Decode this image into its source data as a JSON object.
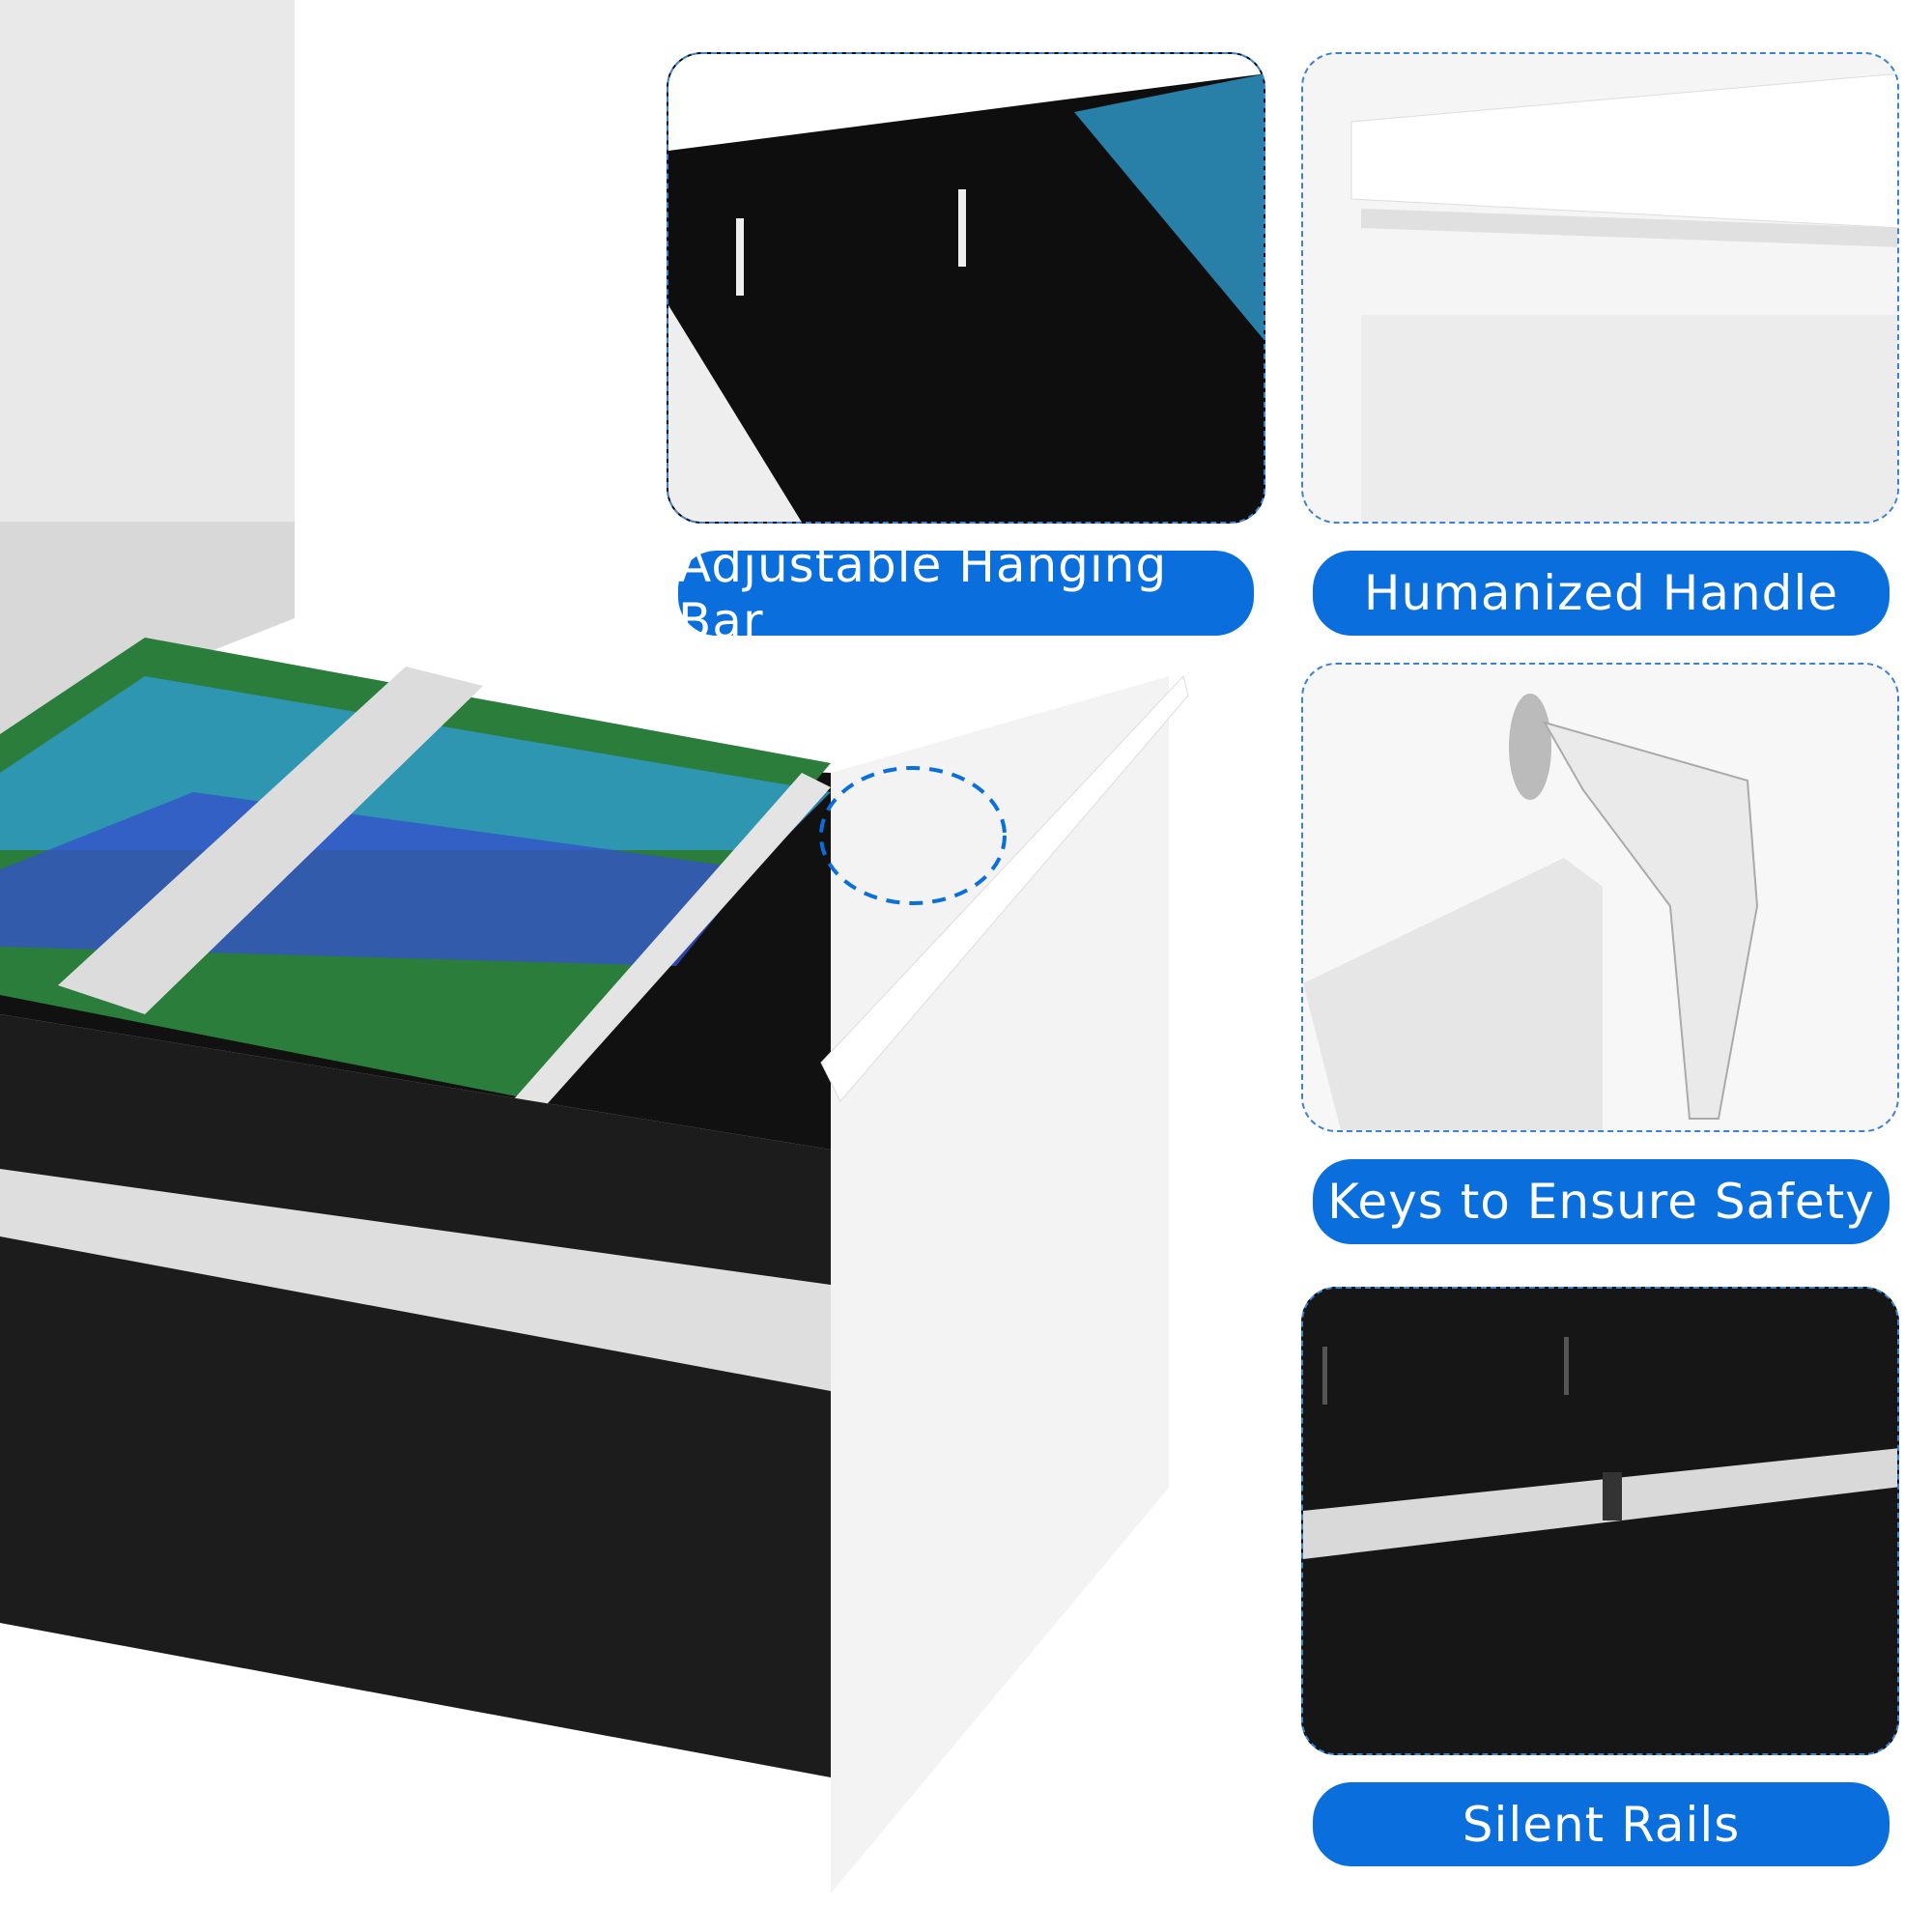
{
  "colors": {
    "accent": "#0a6fdc",
    "cabinet": "#ffffff",
    "drawer": "#161616"
  },
  "features": [
    {
      "label": "Adjustable Hanging Bar"
    },
    {
      "label": "Humanized Handle"
    },
    {
      "label": "Keys to Ensure Safety"
    },
    {
      "label": "Silent Rails"
    }
  ]
}
